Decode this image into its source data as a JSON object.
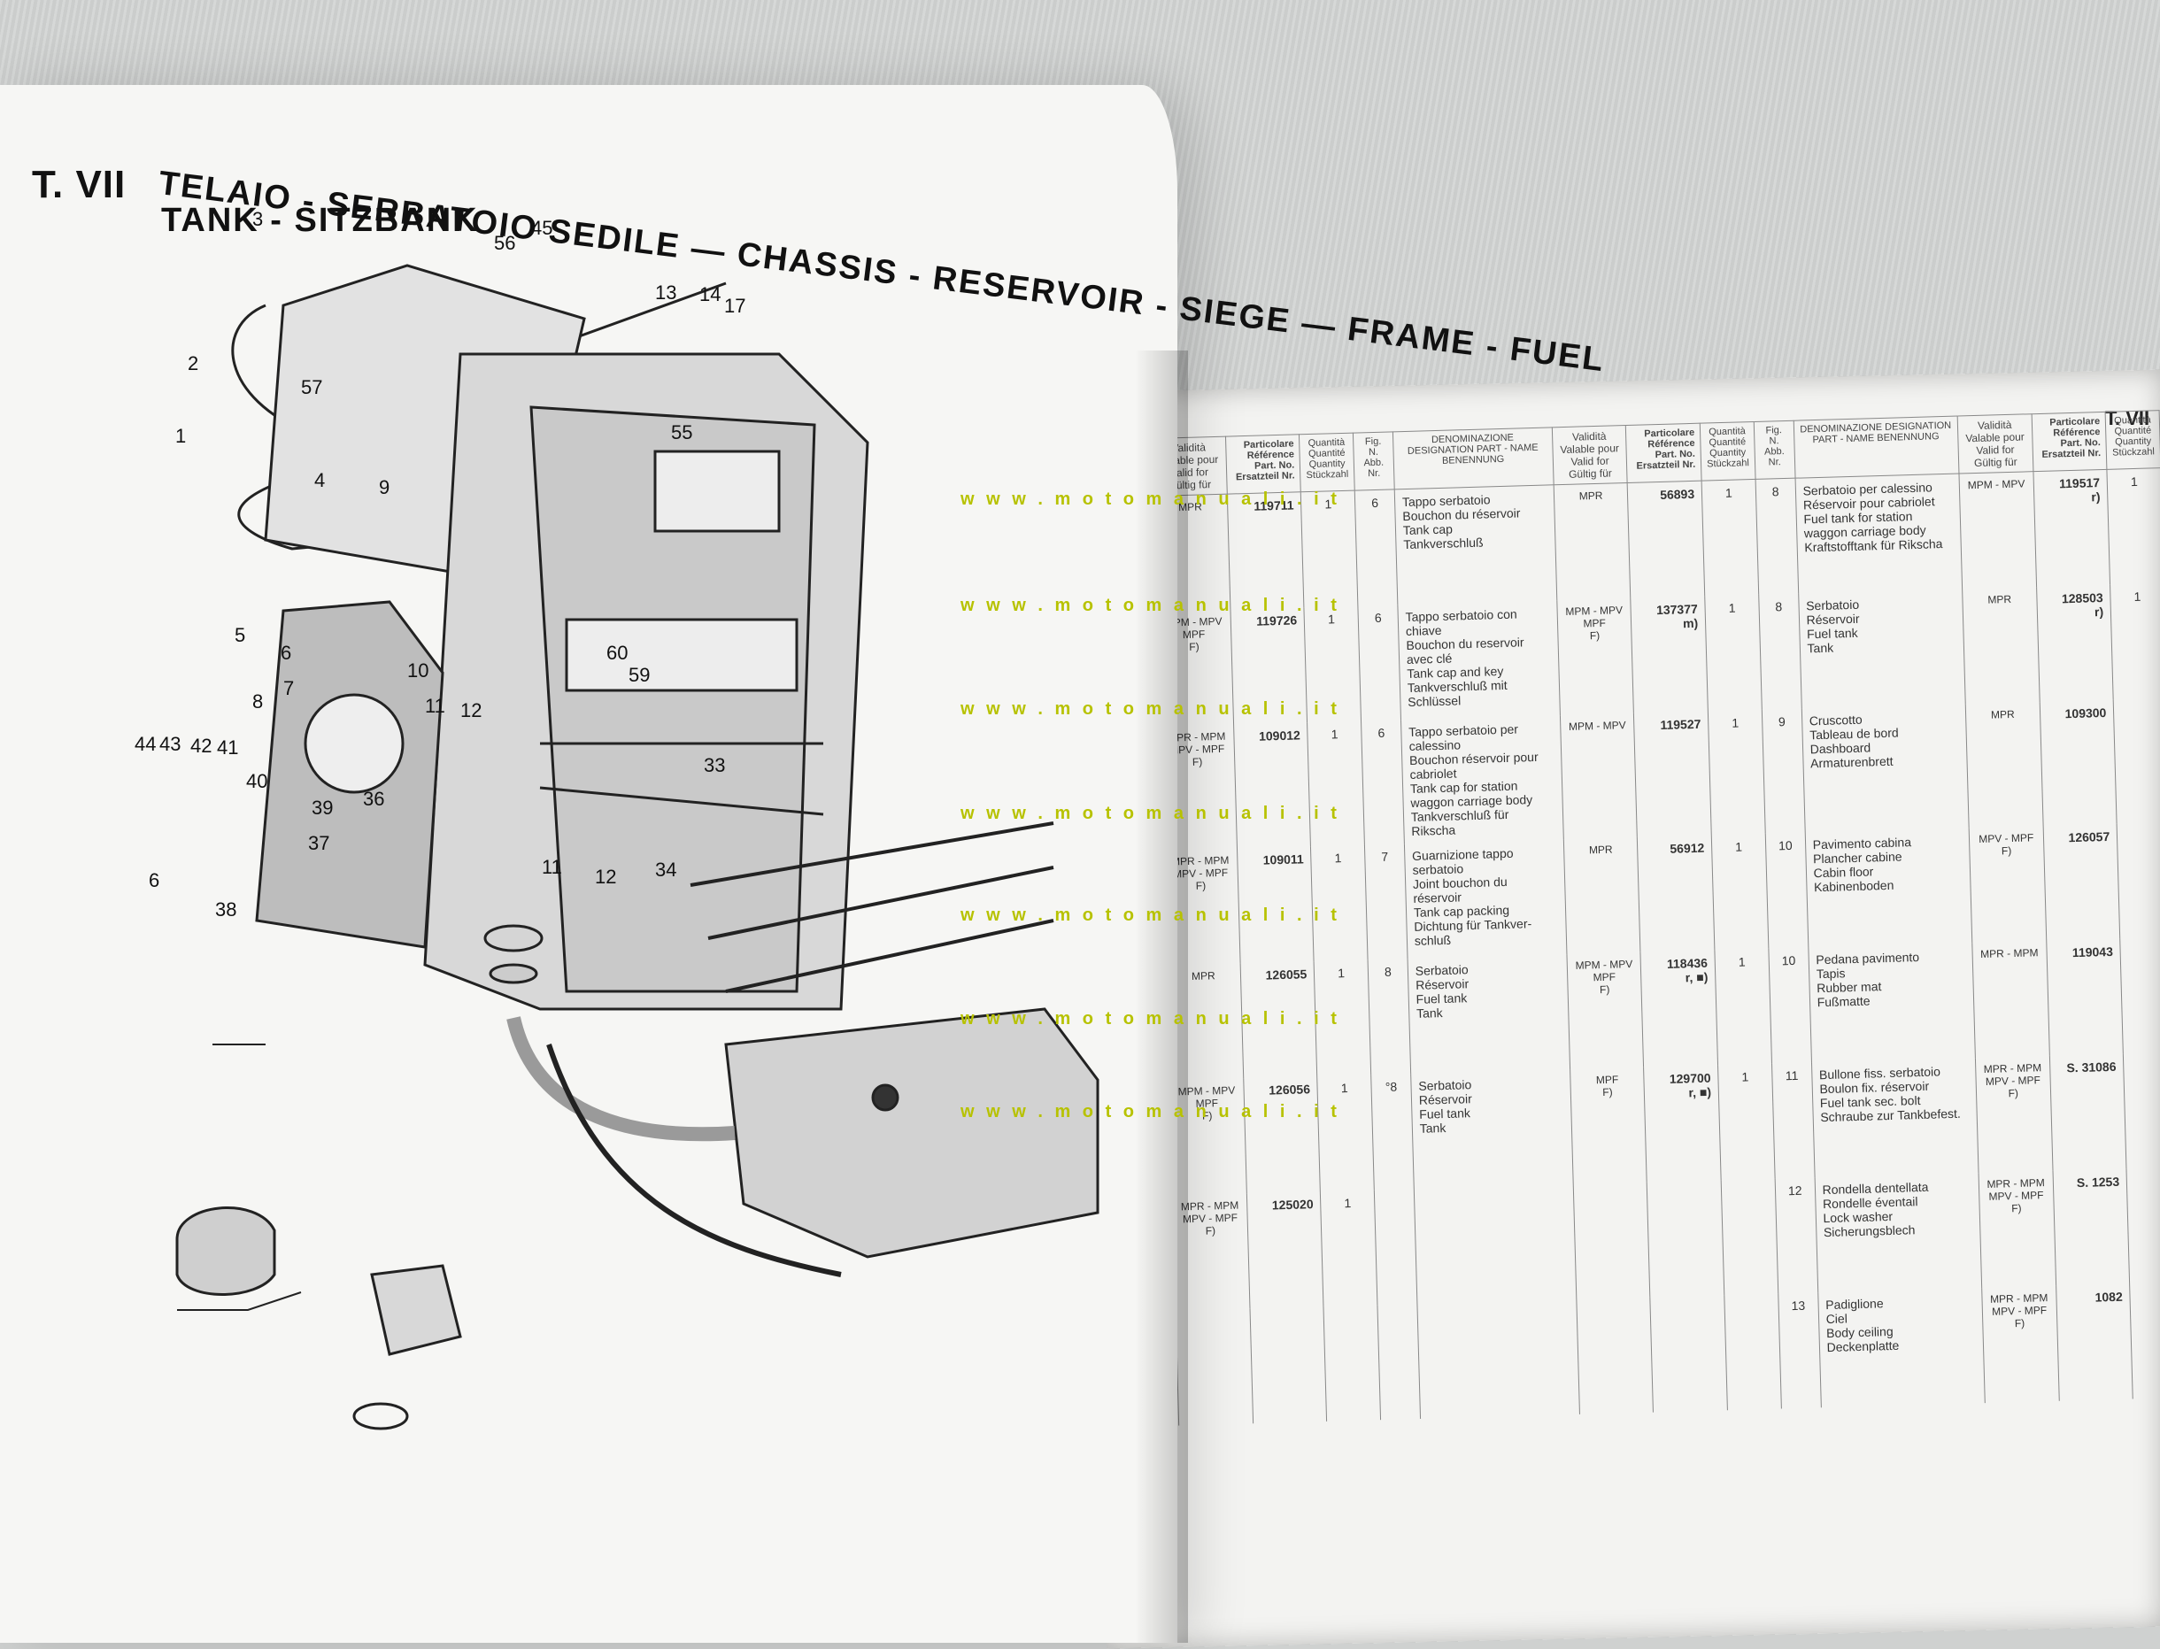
{
  "left_page": {
    "tab": "T. VII",
    "title_line1": "TELAIO - SERBATOIO SEDILE — CHASSIS - RESERVOIR - SIEGE — FRAME - FUEL",
    "title_line2": "TANK - SITZBANK",
    "callouts": [
      "3",
      "45",
      "56",
      "13",
      "14",
      "17",
      "2",
      "57",
      "1",
      "4",
      "9",
      "55",
      "5",
      "6",
      "7",
      "10",
      "8",
      "60",
      "59",
      "11",
      "12",
      "44",
      "43",
      "42",
      "41",
      "40",
      "39",
      "37",
      "36",
      "33",
      "6",
      "38",
      "11",
      "12",
      "34"
    ]
  },
  "right_page": {
    "tab": "T. VII",
    "headers": {
      "fig": "Fig. N. Abb. Nr.",
      "desc": "DENOMINAZIONE DESIGNATION PART - NAME BENENNUNG",
      "valid": "Validità Valable pour Valid for Gültig für",
      "part": "Particolare Référence Part. No. Ersatzteil Nr.",
      "qty": "Quantità Quantité Quantity Stückzahl"
    }
  },
  "rows": [
    {
      "c1_val": "MPR",
      "c1_pn": "119711",
      "c1_q": "1",
      "c2_fig": "6",
      "c2_desc": "Tappo serbatoio\nBouchon du réservoir\nTank cap\nTankverschluß",
      "c2_val": "MPR",
      "c2_pn": "56893",
      "c2_q": "1",
      "c3_fig": "8",
      "c3_desc": "Serbatoio per calessino\nRéservoir pour cabriolet\nFuel tank for station\nwaggon carriage body\nKraftstofftank für Rikscha",
      "c3_val": "MPM - MPV",
      "c3_pn": "119517\nr)",
      "c3_q": "1"
    },
    {
      "c1_val": "MPM - MPV\nMPF\nF)",
      "c1_pn": "119726",
      "c1_q": "1",
      "c2_fig": "6",
      "c2_desc": "Tappo serbatoio con\nchiave\nBouchon du reservoir\navec clé\nTank cap and key\nTankverschluß mit\nSchlüssel",
      "c2_val": "MPM - MPV\nMPF\nF)",
      "c2_pn": "137377\nm)",
      "c2_q": "1",
      "c3_fig": "8",
      "c3_desc": "Serbatoio\nRéservoir\nFuel tank\nTank",
      "c3_val": "MPR",
      "c3_pn": "128503\nr)",
      "c3_q": "1"
    },
    {
      "c1_val": "MPR - MPM\nMPV - MPF\nF)",
      "c1_pn": "109012",
      "c1_q": "1",
      "c2_fig": "6",
      "c2_desc": "Tappo serbatoio per\ncalessino\nBouchon réservoir pour\ncabriolet\nTank cap for station\nwaggon carriage body\nTankverschluß für Rikscha",
      "c2_val": "MPM - MPV",
      "c2_pn": "119527",
      "c2_q": "1",
      "c3_fig": "9",
      "c3_desc": "Cruscotto\nTableau de bord\nDashboard\nArmaturenbrett",
      "c3_val": "MPR",
      "c3_pn": "109300",
      "c3_q": ""
    },
    {
      "c1_val": "MPR - MPM\nMPV - MPF\nF)",
      "c1_pn": "109011",
      "c1_q": "1",
      "c2_fig": "7",
      "c2_desc": "Guarnizione tappo\nserbatoio\nJoint bouchon du réservoir\nTank cap packing\nDichtung für Tankver-\nschluß",
      "c2_val": "MPR",
      "c2_pn": "56912",
      "c2_q": "1",
      "c3_fig": "10",
      "c3_desc": "Pavimento cabina\nPlancher cabine\nCabin floor\nKabinenboden",
      "c3_val": "MPV - MPF\nF)",
      "c3_pn": "126057",
      "c3_q": ""
    },
    {
      "c1_val": "MPR",
      "c1_pn": "126055",
      "c1_q": "1",
      "c2_fig": "8",
      "c2_desc": "Serbatoio\nRéservoir\nFuel tank\nTank",
      "c2_val": "MPM - MPV\nMPF\nF)",
      "c2_pn": "118436\nr, ■)",
      "c2_q": "1",
      "c3_fig": "10",
      "c3_desc": "Pedana pavimento\nTapis\nRubber mat\nFußmatte",
      "c3_val": "MPR - MPM",
      "c3_pn": "119043",
      "c3_q": ""
    },
    {
      "c1_val": "MPM - MPV\nMPF\nF)",
      "c1_pn": "126056",
      "c1_q": "1",
      "c2_fig": "°8",
      "c2_desc": "Serbatoio\nRéservoir\nFuel tank\nTank",
      "c2_val": "MPF\nF)",
      "c2_pn": "129700\nr, ■)",
      "c2_q": "1",
      "c3_fig": "11",
      "c3_desc": "Bullone fiss. serbatoio\nBoulon fix. réservoir\nFuel tank sec. bolt\nSchraube zur Tankbefest.",
      "c3_val": "MPR - MPM\nMPV - MPF\nF)",
      "c3_pn": "S. 31086",
      "c3_q": ""
    },
    {
      "c1_val": "MPR - MPM\nMPV - MPF\nF)",
      "c1_pn": "125020",
      "c1_q": "1",
      "c2_fig": "",
      "c2_desc": "",
      "c2_val": "",
      "c2_pn": "",
      "c2_q": "",
      "c3_fig": "12",
      "c3_desc": "Rondella dentellata\nRondelle éventail\nLock washer\nSicherungsblech",
      "c3_val": "MPR - MPM\nMPV - MPF\nF)",
      "c3_pn": "S. 1253",
      "c3_q": ""
    },
    {
      "c1_val": "",
      "c1_pn": "",
      "c1_q": "",
      "c2_fig": "",
      "c2_desc": "",
      "c2_val": "",
      "c2_pn": "",
      "c2_q": "",
      "c3_fig": "13",
      "c3_desc": "Padiglione\nCiel\nBody ceiling\nDeckenplatte",
      "c3_val": "MPR - MPM\nMPV - MPF\nF)",
      "c3_pn": "1082",
      "c3_q": ""
    }
  ],
  "watermark": "w w w . m o t o m a n u a l i . i t"
}
